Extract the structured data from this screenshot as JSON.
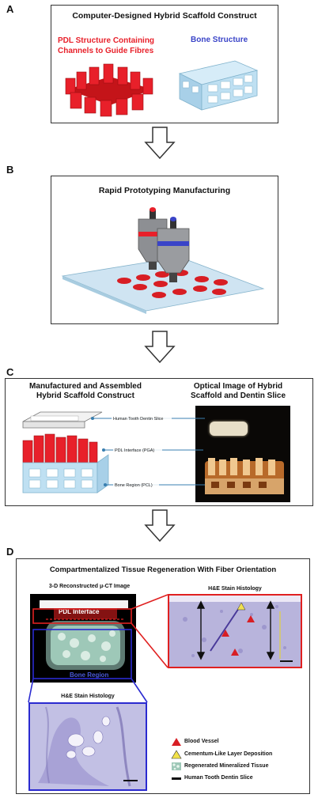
{
  "panels": {
    "a": {
      "letter": "A",
      "title": "Computer-Designed Hybrid Scaffold Construct",
      "pdl_label": "PDL Structure Containing\nChannels to Guide Fibres",
      "bone_label": "Bone Structure"
    },
    "b": {
      "letter": "B",
      "title": "Rapid Prototyping Manufacturing"
    },
    "c": {
      "letter": "C",
      "left_title": "Manufactured and Assembled\nHybrid Scaffold Construct",
      "right_title": "Optical Image of Hybrid\nScaffold and Dentin Slice",
      "callouts": [
        "Human Tooth Dentin Slice",
        "PDL Interface (PGA)",
        "Bone Region (PCL)"
      ]
    },
    "d": {
      "letter": "D",
      "title": "Compartmentalized Tissue Regeneration With Fiber Orientation",
      "ct_label": "3-D Reconstructed μ-CT Image",
      "ct_pdl": "PDL Interface",
      "ct_bone": "Bone Region",
      "he_top": "H&E Stain Histology",
      "he_bottom": "H&E Stain Histology",
      "legend": [
        {
          "icon": "red-triangle-icon",
          "text": "Blood Vessel"
        },
        {
          "icon": "yellow-triangle-icon",
          "text": "Cementum-Like Layer Deposition"
        },
        {
          "icon": "mineral-tissue-icon",
          "text": "Regenerated Mineralized Tissue"
        },
        {
          "icon": "black-bar-icon",
          "text": "Human Tooth Dentin Slice"
        }
      ]
    }
  },
  "colors": {
    "pdl_red": "#e8202a",
    "bone_blue": "#3a44c8",
    "scaffold_blue": "#b9dcef",
    "frame_red": "#e02020",
    "frame_blue": "#2a2ad0",
    "histology": "#b8b4dc"
  }
}
